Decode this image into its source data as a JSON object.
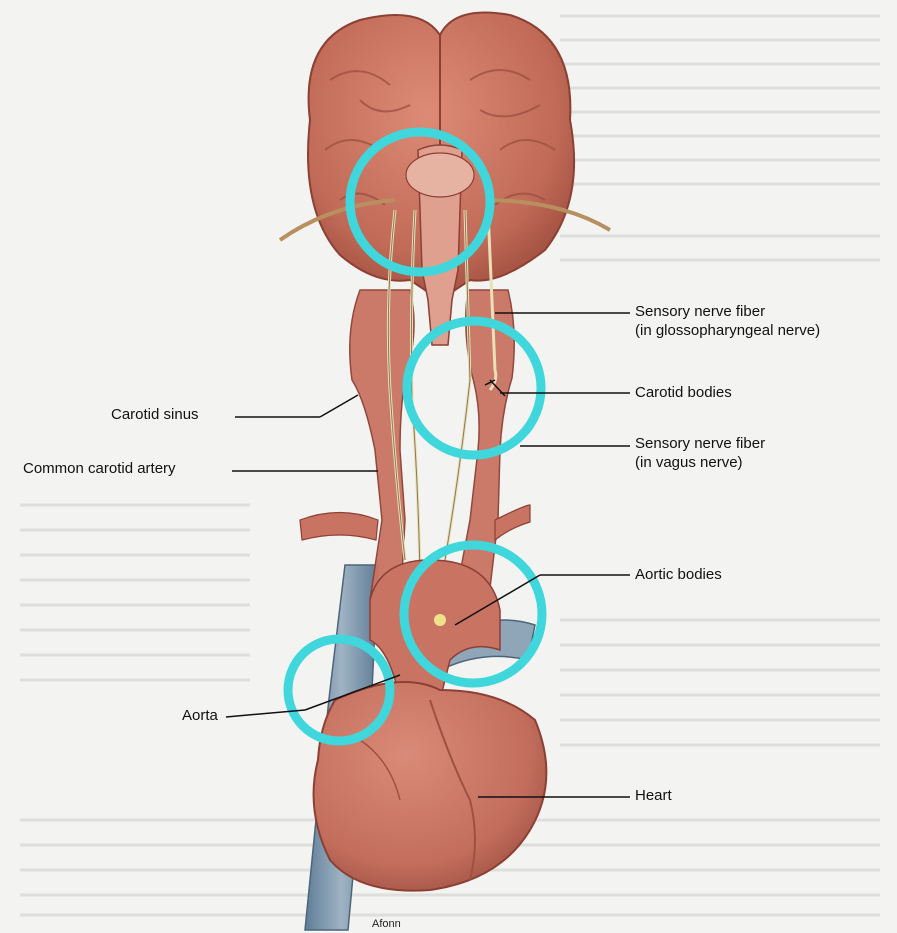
{
  "labels": {
    "sensory_glosso_line1": "Sensory nerve fiber",
    "sensory_glosso_line2": "(in glossopharyngeal nerve)",
    "carotid_bodies": "Carotid bodies",
    "carotid_sinus": "Carotid sinus",
    "sensory_vagus_line1": "Sensory nerve fiber",
    "sensory_vagus_line2": "(in vagus nerve)",
    "common_carotid": "Common carotid artery",
    "aortic_bodies": "Aortic bodies",
    "aorta": "Aorta",
    "heart": "Heart",
    "bottom_cut": "Afonn"
  },
  "colors": {
    "highlight_circle": "#3fd6dc",
    "tissue": "#c97463",
    "tissue_dark": "#9c4a3c",
    "nerve": "#e9dfb8",
    "vein": "#6e8aa3",
    "leader": "#111111"
  }
}
